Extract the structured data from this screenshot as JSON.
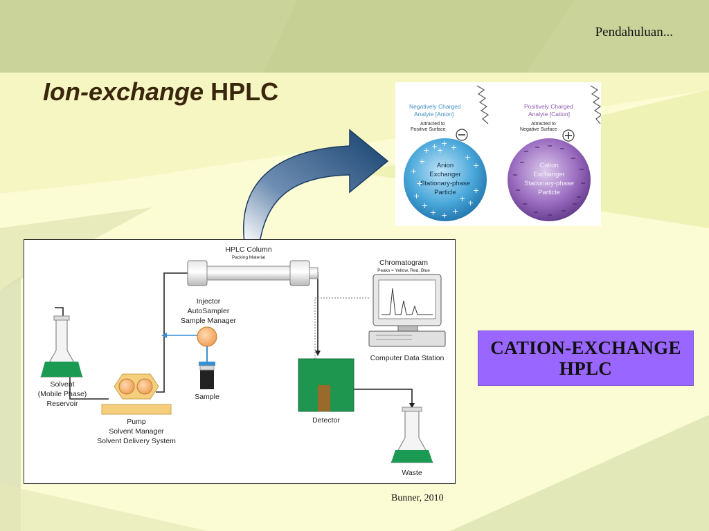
{
  "header": {
    "section_label": "Pendahuluan..."
  },
  "title": {
    "italic_part": "Ion-exchange",
    "plain_part": "HPLC"
  },
  "particles": {
    "anion": {
      "analyte_line1": "Negatively Charged",
      "analyte_line2": "Analyte [Anion]",
      "attract_line1": "Attracted to",
      "attract_line2": "Positive Surface",
      "particle_lines": [
        "Anion",
        "Exchanger",
        "Stationary-phase",
        "Particle"
      ],
      "color": "#3aa0d8"
    },
    "cation": {
      "analyte_line1": "Positively Charged",
      "analyte_line2": "Analyte [Cation]",
      "attract_line1": "Attracted to",
      "attract_line2": "Negative Surface",
      "particle_lines": [
        "Cation",
        "Exchanger",
        "Stationary-phase",
        "Particle"
      ],
      "color": "#8a5ab0"
    }
  },
  "hplc_diagram": {
    "column_title": "HPLC Column",
    "column_subtitle": "Packing Material",
    "chromatogram_title": "Chromatogram",
    "chromatogram_subtitle": "Peaks = Yellow, Red, Blue",
    "injector_lines": [
      "Injector",
      "AutoSampler",
      "Sample Manager"
    ],
    "computer_label": "Computer Data Station",
    "solvent_lines": [
      "Solvent",
      "(Mobile Phase)",
      "Reservoir"
    ],
    "sample_label": "Sample",
    "pump_lines": [
      "Pump",
      "Solvent Manager",
      "Solvent Delivery System"
    ],
    "detector_label": "Detector",
    "waste_label": "Waste"
  },
  "callout": {
    "line1": "CATION-EXCHANGE",
    "line2": "HPLC",
    "color": "#9966ff"
  },
  "citation": "Bunner, 2010",
  "colors": {
    "title": "#3a260c",
    "arrow": "#1f4a78",
    "liquid": "#1a9a52",
    "detector": "#1f9650",
    "pump": "#f5cf7e"
  }
}
